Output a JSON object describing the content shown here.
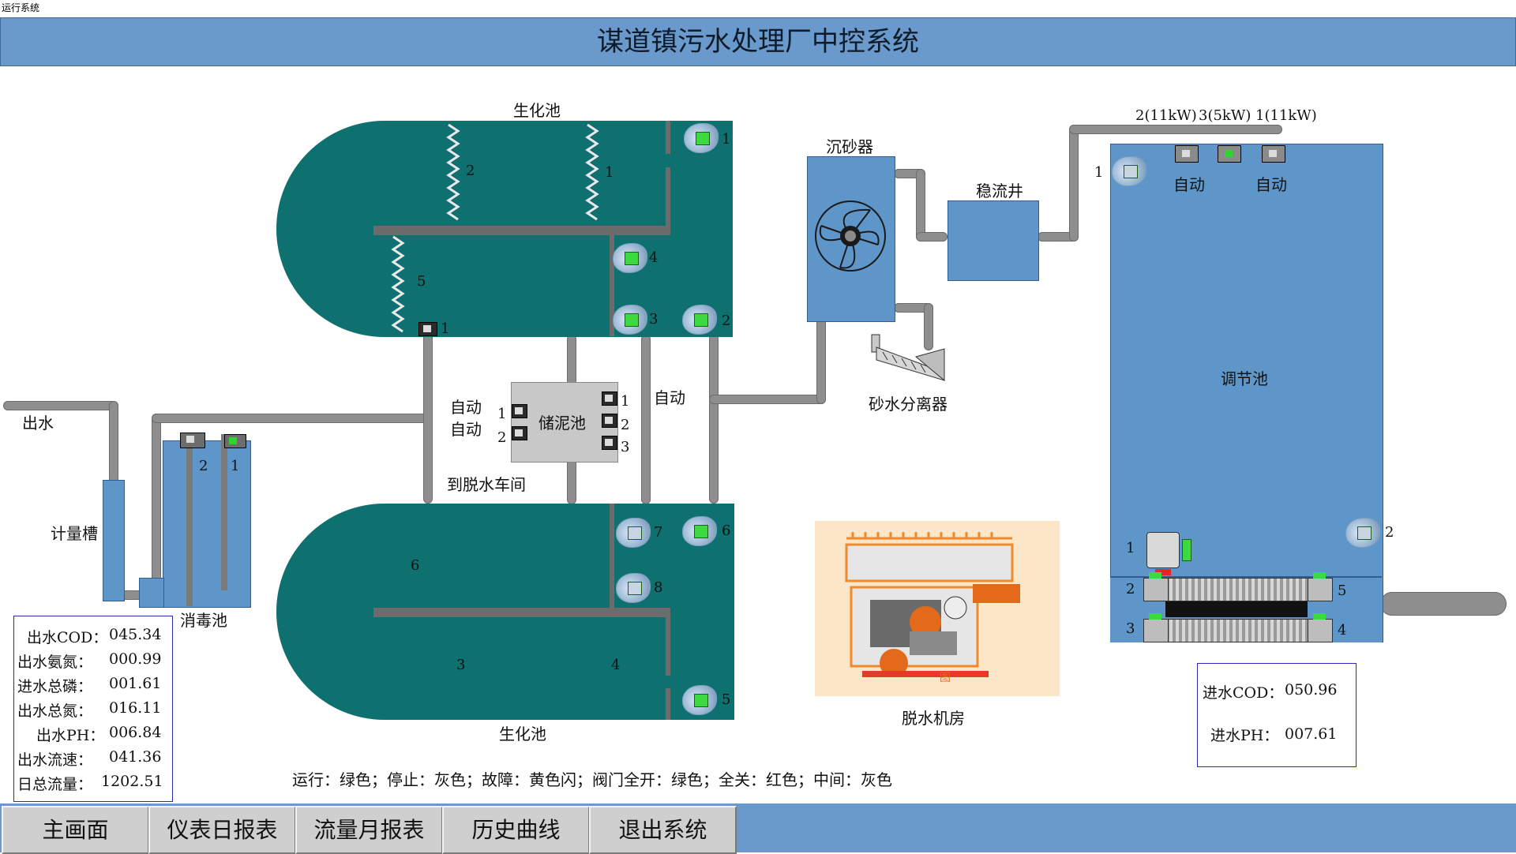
{
  "window": {
    "title": "运行系统"
  },
  "header": {
    "title": "谋道镇污水处理厂中控系统"
  },
  "labels": {
    "biochem_top": "生化池",
    "biochem_bottom": "生化池",
    "grit_chamber": "沉砂器",
    "stable_well": "稳流井",
    "sand_separator": "砂水分离器",
    "regulation_pool": "调节池",
    "sludge_pool": "储泥池",
    "to_dewatering": "到脱水车间",
    "dewatering_room": "脱水机房",
    "outflow": "出水",
    "meter_trough": "计量槽",
    "disinfection_pool": "消毒池",
    "auto": "自动",
    "legend": "运行：绿色；停止：灰色；故障：黄色闪；阀门全开：绿色；全关：红色；中间：灰色",
    "pump_ratings": {
      "p2": "2(11kW)",
      "p3": "3(5kW)",
      "p1": "1(11kW)"
    },
    "dewater_mark": "图"
  },
  "numbers": {
    "n1": "1",
    "n2": "2",
    "n3": "3",
    "n4": "4",
    "n5": "5",
    "n6": "6",
    "n7": "7",
    "n8": "8"
  },
  "outflow_metrics": [
    {
      "label": "出水COD：",
      "value": "045.34"
    },
    {
      "label": "出水氨氮：",
      "value": "000.99"
    },
    {
      "label": "进水总磷：",
      "value": "001.61"
    },
    {
      "label": "出水总氮：",
      "value": "016.11"
    },
    {
      "label": "出水PH：",
      "value": "006.84"
    },
    {
      "label": "出水流速：",
      "value": "041.36"
    },
    {
      "label": "日总流量：",
      "value": "1202.51"
    }
  ],
  "inflow_metrics": [
    {
      "label": "进水COD：",
      "value": "050.96"
    },
    {
      "label": "进水PH：",
      "value": "007.61"
    }
  ],
  "nav": [
    "主画面",
    "仪表日报表",
    "流量月报表",
    "历史曲线",
    "退出系统"
  ],
  "colors": {
    "running": "#3dd940",
    "stopped": "#b0b0b0",
    "pool": "#0f7070",
    "tank": "#5f96c9",
    "banner": "#6a9acb"
  }
}
